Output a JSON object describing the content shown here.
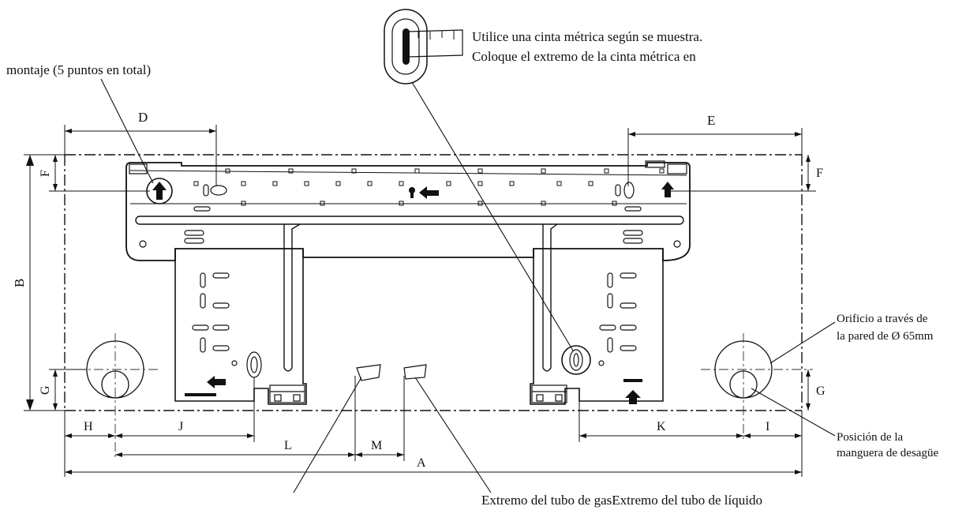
{
  "callouts": {
    "tape_line1": "Utilice una cinta métrica según se muestra.",
    "tape_line2": "Coloque el extremo de la cinta métrica en",
    "mount_points": "montaje (5 puntos en total)",
    "hole_line1": "Orificio a través de",
    "hole_line2": "la pared de Ø 65mm",
    "drain_line1": "Posición de la",
    "drain_line2": "manguera de desagüe",
    "pipe_ends": "Extremo del tubo de gasExtremo del tubo de líquido"
  },
  "dimensions": {
    "A": "A",
    "B": "B",
    "D": "D",
    "E": "E",
    "F_left": "F",
    "F_right": "F",
    "G_left": "G",
    "G_right": "G",
    "H": "H",
    "I": "I",
    "J": "J",
    "K": "K",
    "L": "L",
    "M": "M"
  },
  "icons": [
    "tape-measure-icon",
    "arrow-icon",
    "pipe-end-icon",
    "wall-hole-icon"
  ]
}
